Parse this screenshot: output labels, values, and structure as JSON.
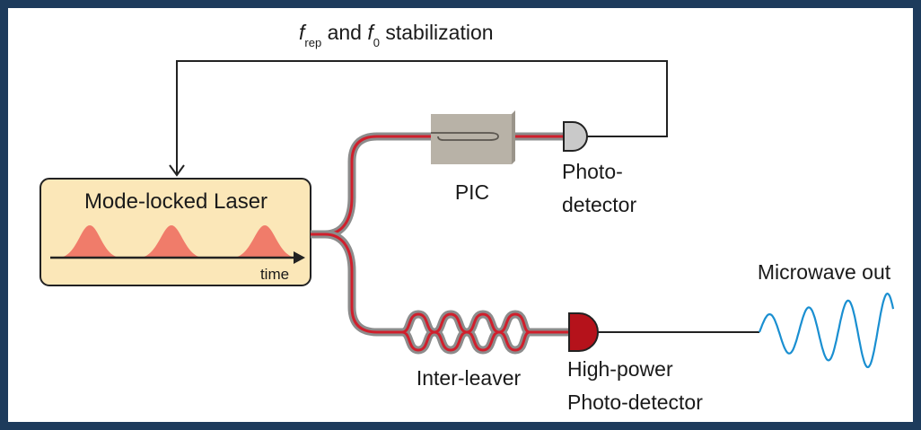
{
  "diagram": {
    "feedback_label": {
      "f1": "f",
      "sub1": "rep",
      "and": " and ",
      "f2": "f",
      "sub2": "0",
      "rest": " stabilization"
    },
    "laser": {
      "title": "Mode-locked Laser",
      "axis_label": "time"
    },
    "pic_label": "PIC",
    "photodetector_label": [
      "Photo-",
      "detector"
    ],
    "interleaver_label": "Inter-leaver",
    "hp_photodetector_label": [
      "High-power",
      "Photo-detector"
    ],
    "microwave_label": "Microwave out"
  },
  "colors": {
    "background": "#1d3b5c",
    "laser_fill": "#fbe7b8",
    "pulse": "#f07c6a",
    "fiber_outer": "#8c8c8c",
    "fiber_inner": "#d01f2c",
    "pic": "#b8b2a7",
    "photodetector": "#c9c9c9",
    "hp_photodetector": "#b5121b",
    "microwave": "#1a8fd1"
  }
}
